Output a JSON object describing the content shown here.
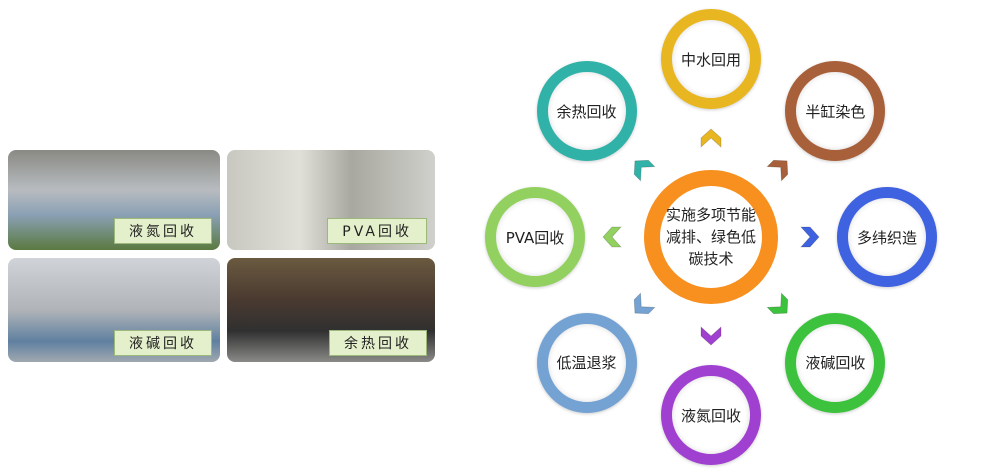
{
  "photos": [
    {
      "label": "液氮回收"
    },
    {
      "label": "PVA回收"
    },
    {
      "label": "液碱回收"
    },
    {
      "label": "余热回收"
    }
  ],
  "diagram": {
    "center": {
      "label": "实施多项节能减排、绿色低碳技术",
      "color": "#f7901e"
    },
    "nodes": [
      {
        "label": "中水回用",
        "color": "#e8b620"
      },
      {
        "label": "半缸染色",
        "color": "#a8603a"
      },
      {
        "label": "多纬织造",
        "color": "#3f62e0"
      },
      {
        "label": "液碱回收",
        "color": "#3cc23c"
      },
      {
        "label": "液氮回收",
        "color": "#a040d0"
      },
      {
        "label": "低温退浆",
        "color": "#74a2d2"
      },
      {
        "label": "PVA回收",
        "color": "#92d060"
      },
      {
        "label": "余热回收",
        "color": "#30b2a8"
      }
    ]
  }
}
